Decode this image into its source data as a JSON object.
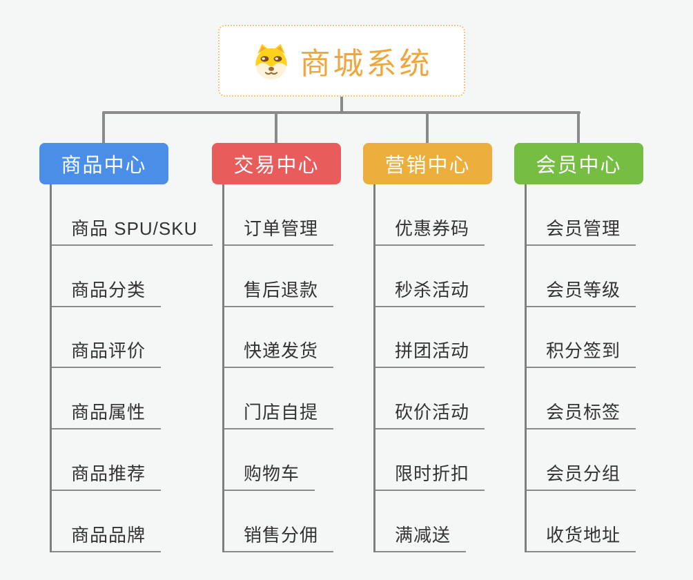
{
  "app": {
    "type": "mind-map",
    "background_color": "#f5f6f6",
    "connector_color": "#8a8a8a"
  },
  "root": {
    "title": "商城系统",
    "icon": "shiba-dog-icon",
    "text_color": "#efa73d",
    "border_color": "#f6c57a",
    "fill_color": "#ffffff"
  },
  "branches": [
    {
      "label": "商品中心",
      "color": "#4a8ee8",
      "items": [
        "商品 SPU/SKU",
        "商品分类",
        "商品评价",
        "商品属性",
        "商品推荐",
        "商品品牌"
      ]
    },
    {
      "label": "交易中心",
      "color": "#e85c5c",
      "items": [
        "订单管理",
        "售后退款",
        "快递发货",
        "门店自提",
        "购物车",
        "销售分佣"
      ]
    },
    {
      "label": "营销中心",
      "color": "#ecae3d",
      "items": [
        "优惠券码",
        "秒杀活动",
        "拼团活动",
        "砍价活动",
        "限时折扣",
        "满减送"
      ]
    },
    {
      "label": "会员中心",
      "color": "#75bd43",
      "items": [
        "会员管理",
        "会员等级",
        "积分签到",
        "会员标签",
        "会员分组",
        "收货地址"
      ]
    }
  ]
}
